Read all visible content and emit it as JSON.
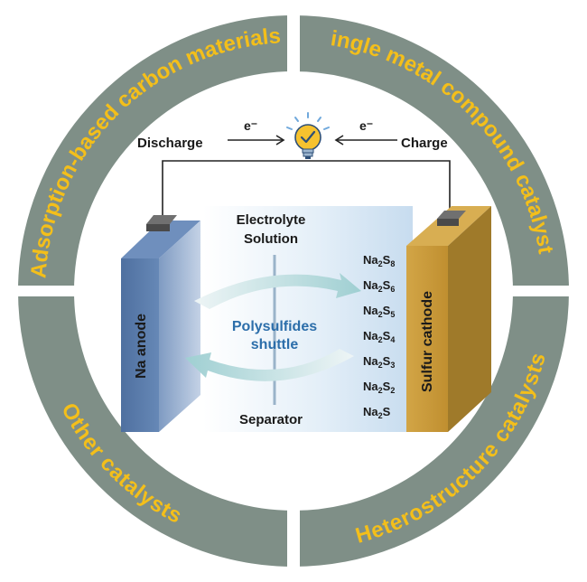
{
  "ring": {
    "top_left": "Adsorption-based carbon materials",
    "top_right": "ingle metal compound catalyst",
    "bottom_left": "Other catalysts",
    "bottom_right": "Heterostructure catalysts",
    "colors": {
      "ring": "#7f8f87",
      "text": "#f4bf1a"
    }
  },
  "circuit": {
    "discharge": "Discharge",
    "charge": "Charge",
    "electron_left": "e⁻",
    "electron_right": "e⁻",
    "icon": "lightbulb-check-icon"
  },
  "cell": {
    "anode": "Na anode",
    "cathode": "Sulfur cathode",
    "electrolyte_line1": "Electrolyte",
    "electrolyte_line2": "Solution",
    "separator": "Separator",
    "shuttle_line1": "Polysulfides",
    "shuttle_line2": "shuttle",
    "polysulfides": [
      {
        "base": "Na",
        "sub1": "2",
        "mid": "S",
        "sub2": "8"
      },
      {
        "base": "Na",
        "sub1": "2",
        "mid": "S",
        "sub2": "6"
      },
      {
        "base": "Na",
        "sub1": "2",
        "mid": "S",
        "sub2": "5"
      },
      {
        "base": "Na",
        "sub1": "2",
        "mid": "S",
        "sub2": "4"
      },
      {
        "base": "Na",
        "sub1": "2",
        "mid": "S",
        "sub2": "3"
      },
      {
        "base": "Na",
        "sub1": "2",
        "mid": "S",
        "sub2": "2"
      },
      {
        "base": "Na",
        "sub1": "2",
        "mid": "S",
        "sub2": ""
      }
    ],
    "colors": {
      "anode": "#5a7fad",
      "cathode": "#c79a3a",
      "electrolyte": "#dbeaf6",
      "shuttle": "#2c6eaa"
    }
  }
}
